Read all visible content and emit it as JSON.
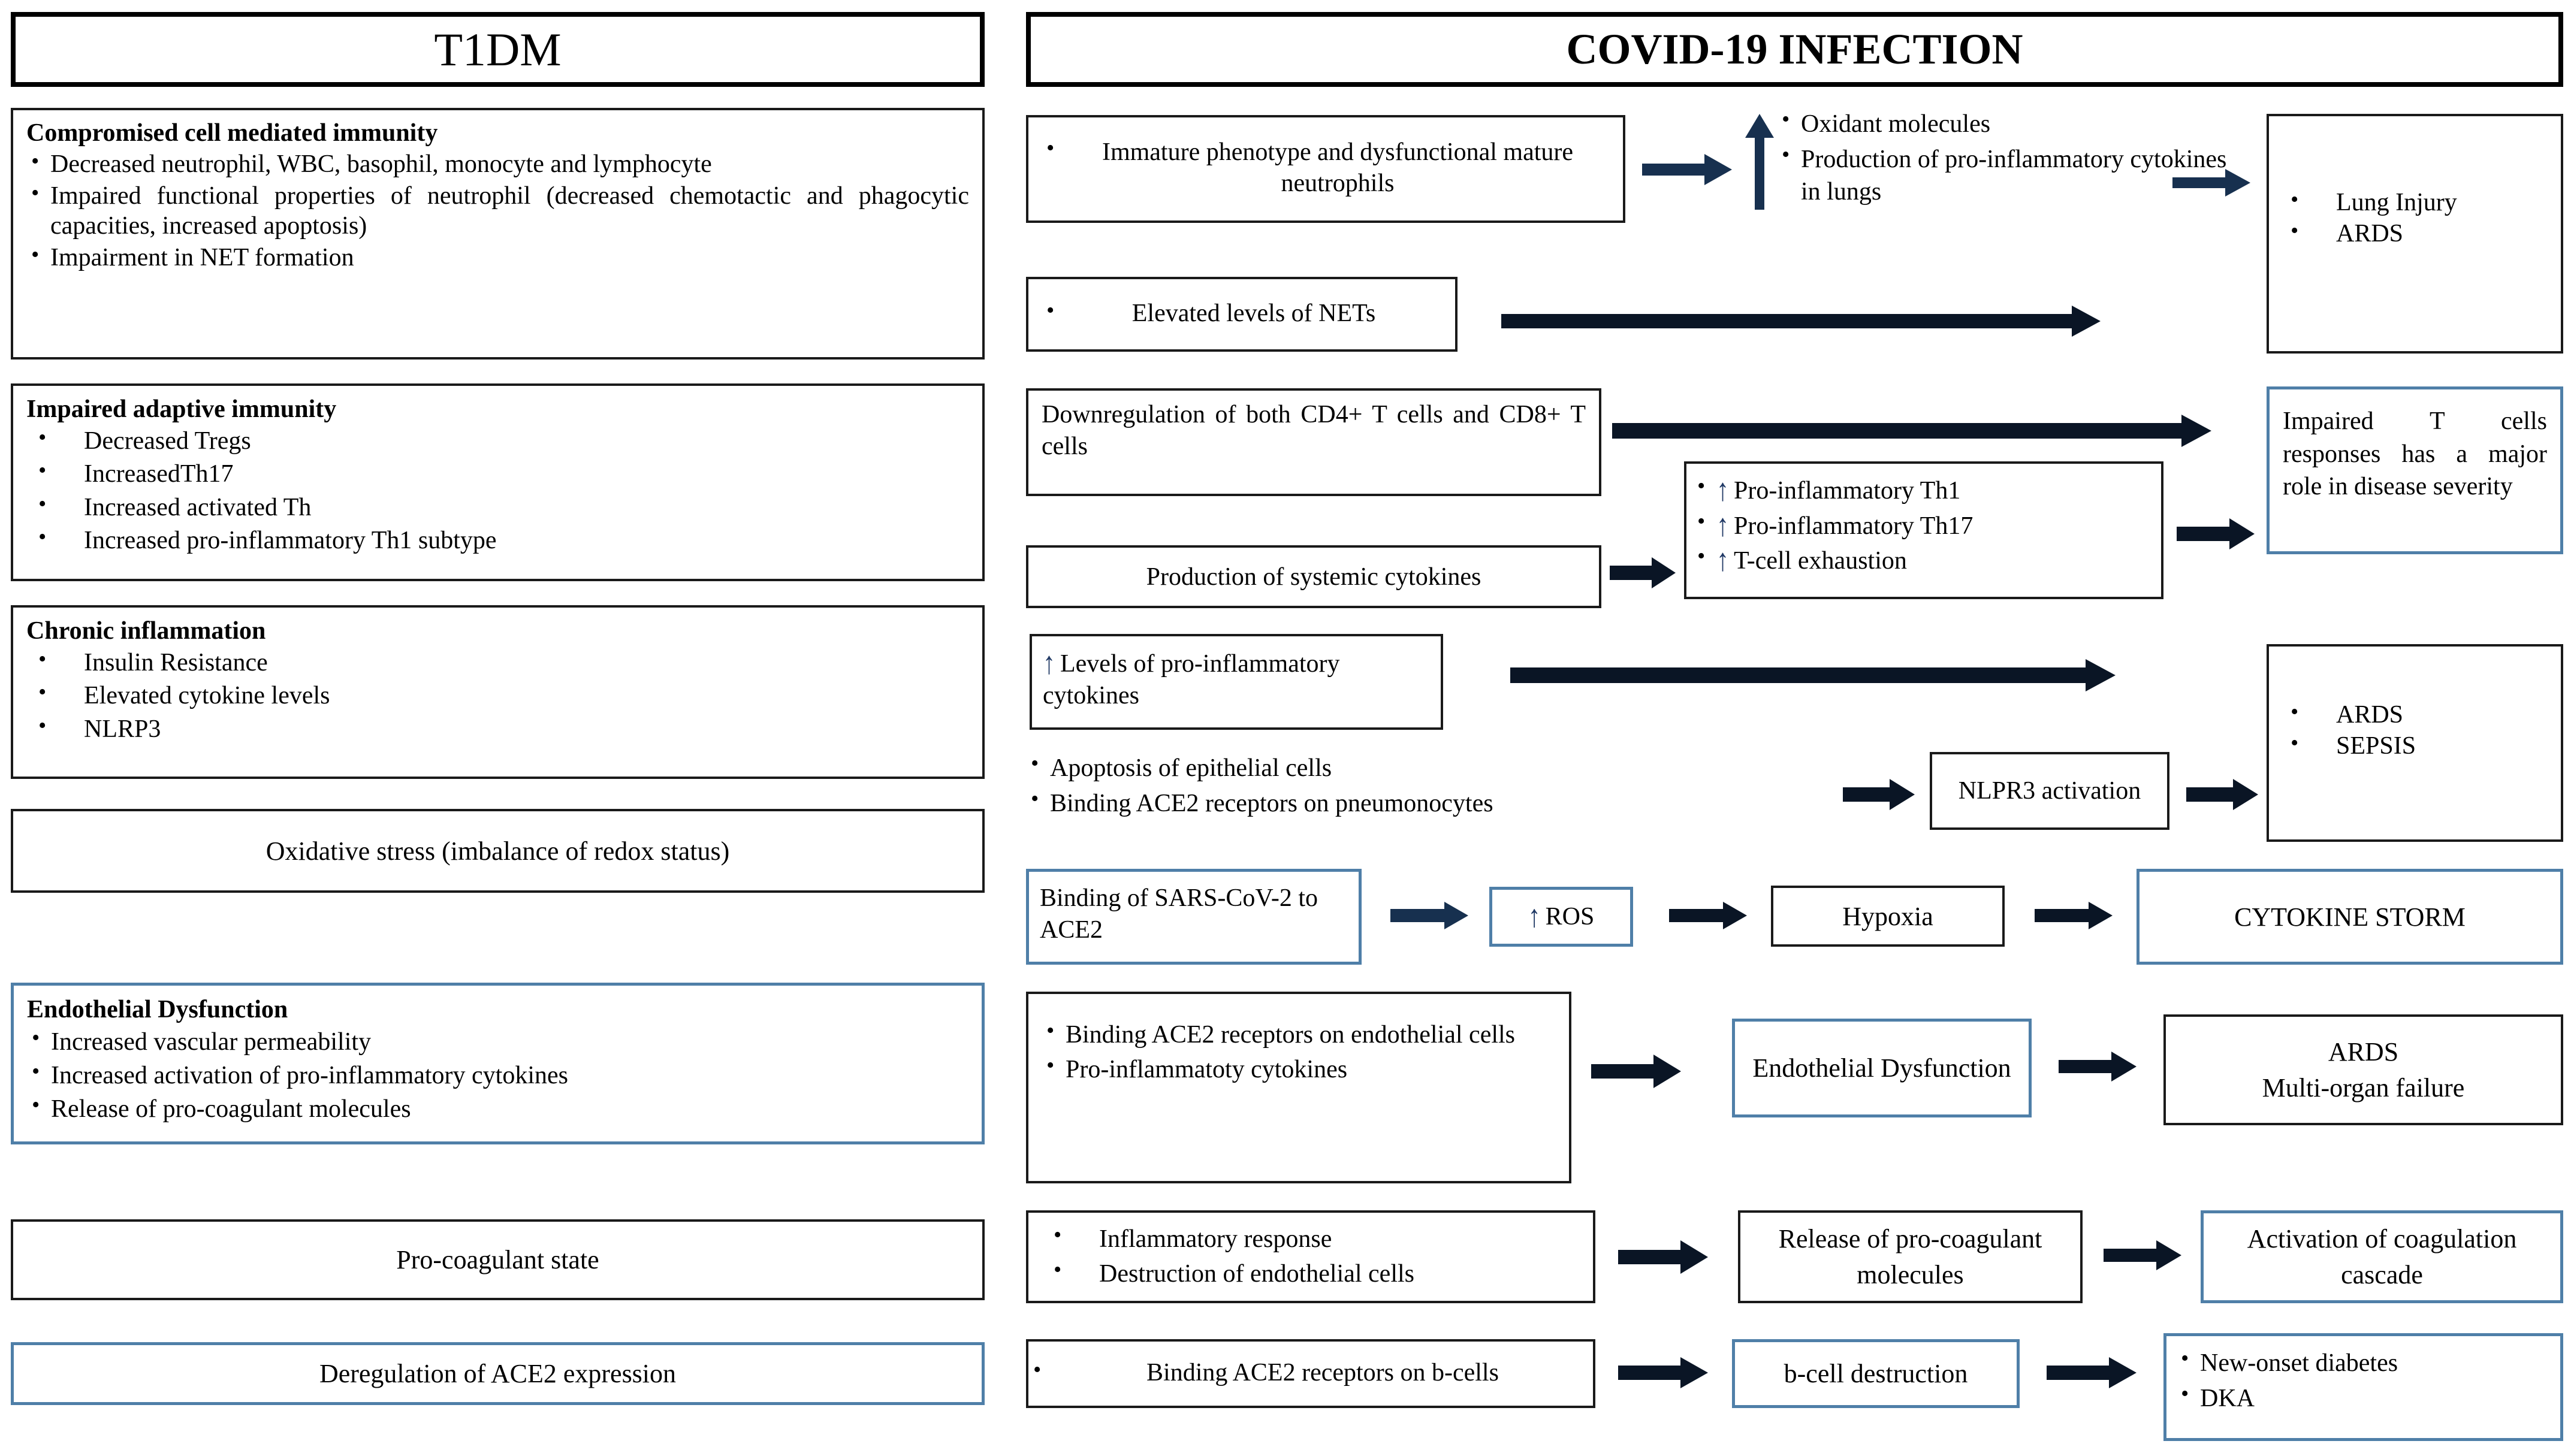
{
  "headers": {
    "left": "T1DM",
    "right": "COVID-19 INFECTION"
  },
  "icons": {
    "up_arrow": "up-arrow-icon",
    "right_arrow": "right-arrow-icon"
  },
  "colors": {
    "blue_border": "#4F7FA8",
    "black_border": "#1A1A1A",
    "arrow_navy": "#1F3864"
  },
  "left_column": [
    {
      "id": "compromised-cell-mediated-immunity",
      "border": "black",
      "heading": "Compromised cell mediated immunity",
      "items": [
        "Decreased neutrophil, WBC, basophil, monocyte and lymphocyte",
        "Impaired functional properties of  neutrophil (decreased chemotactic and phagocytic capacities, increased apoptosis)",
        "Impairment in NET formation"
      ]
    },
    {
      "id": "impaired-adaptive-immunity",
      "border": "black",
      "heading": "Impaired adaptive immunity",
      "items": [
        "Decreased Tregs",
        "IncreasedTh17",
        "Increased activated Th",
        "Increased pro-inflammatory Th1 subtype"
      ]
    },
    {
      "id": "chronic-inflammation",
      "border": "black",
      "heading": "Chronic inflammation",
      "items": [
        "Insulin Resistance",
        "Elevated cytokine levels",
        "NLRP3"
      ]
    },
    {
      "id": "oxidative-stress",
      "border": "black",
      "heading": "",
      "center_text": "Oxidative stress (imbalance of redox status)",
      "items": []
    },
    {
      "id": "endothelial-dysfunction",
      "border": "blue",
      "heading": "Endothelial Dysfunction",
      "items": [
        "Increased vascular permeability",
        "Increased activation of pro-inflammatory cytokines",
        "Release of pro-coagulant molecules"
      ]
    },
    {
      "id": "pro-coagulant-state",
      "border": "black",
      "heading": "",
      "center_text": "Pro-coagulant state",
      "items": []
    },
    {
      "id": "deregulation-of-ace2-expression",
      "border": "blue",
      "heading": "",
      "center_text": "Deregulation of ACE2 expression",
      "items": []
    }
  ],
  "right_column": {
    "row1": {
      "source": {
        "id": "immature-neutrophils",
        "border": "black",
        "items": [
          "Immature phenotype and dysfunctional mature neutrophils"
        ]
      },
      "nets": {
        "id": "elevated-nets",
        "border": "black",
        "items": [
          "Elevated levels of NETs"
        ]
      },
      "middle": {
        "id": "oxidant-production",
        "border": "none",
        "items": [
          "Oxidant molecules",
          "Production of pro-inflammatory cytokines  in lungs"
        ],
        "arrow_prefix": true
      },
      "outcome": {
        "id": "lung-injury-ards",
        "border": "black",
        "items": [
          "Lung Injury",
          "ARDS"
        ]
      }
    },
    "row2": {
      "source": {
        "id": "downregulation-cd4-cd8",
        "border": "black",
        "text": "Downregulation of both CD4+ T cells and CD8+ T cells"
      },
      "source2": {
        "id": "production-systemic-cytokines",
        "border": "black",
        "text": "Production of systemic cytokines"
      },
      "middle": {
        "id": "th1-th17-exhaustion",
        "border": "black",
        "items": [
          "Pro-inflammatory Th1",
          "Pro-inflammatory Th17",
          "T-cell exhaustion"
        ]
      },
      "outcome": {
        "id": "impaired-t-cells",
        "border": "blue",
        "text": "Impaired T cells responses has a major role in disease severity"
      }
    },
    "row3": {
      "source": {
        "id": "levels-pro-inflammatory-cytokines",
        "border": "black",
        "text": "Levels of pro-inflammatory cytokines",
        "arrow_prefix": true
      },
      "bullets": {
        "id": "apoptosis-binding-ace2",
        "border": "none",
        "items": [
          "Apoptosis of epithelial cells",
          "Binding ACE2 receptors on pneumonocytes"
        ]
      },
      "middle": {
        "id": "nlpr3-activation",
        "border": "black",
        "text": "NLPR3 activation"
      },
      "outcome": {
        "id": "ards-sepsis",
        "border": "black",
        "items": [
          "ARDS",
          "SEPSIS"
        ]
      }
    },
    "row4": {
      "source": {
        "id": "binding-sars-cov2-ace2",
        "border": "blue",
        "text": "Binding of  SARS-CoV-2 to ACE2"
      },
      "mid1": {
        "id": "ros",
        "border": "blue",
        "text": "ROS",
        "arrow_prefix": true
      },
      "mid2": {
        "id": "hypoxia",
        "border": "black",
        "text": "Hypoxia"
      },
      "outcome": {
        "id": "cytokine-storm",
        "border": "blue",
        "text": "CYTOKINE STORM"
      }
    },
    "row5": {
      "source": {
        "id": "binding-ace2-endothelial",
        "border": "black",
        "items": [
          "Binding ACE2 receptors on endothelial cells",
          "Pro-inflammatoty cytokines"
        ]
      },
      "middle": {
        "id": "endothelial-dysfunction-right",
        "border": "blue",
        "text": "Endothelial Dysfunction"
      },
      "outcome": {
        "id": "ards-multiorgan-failure",
        "border": "black",
        "line1": "ARDS",
        "line2": "Multi-organ failure"
      }
    },
    "row6": {
      "source": {
        "id": "inflammatory-response-destruction",
        "border": "black",
        "items": [
          "Inflammatory response",
          "Destruction of endothelial cells"
        ]
      },
      "middle": {
        "id": "release-procoagulant-molecules",
        "border": "black",
        "text": "Release of pro-coagulant molecules"
      },
      "outcome": {
        "id": "activation-coagulation-cascade",
        "border": "blue",
        "text": "Activation of coagulation cascade"
      }
    },
    "row7": {
      "source": {
        "id": "binding-ace2-bcells",
        "border": "black",
        "items": [
          "Binding ACE2 receptors on b-cells"
        ]
      },
      "middle": {
        "id": "bcell-destruction",
        "border": "blue",
        "text": "b-cell destruction"
      },
      "outcome": {
        "id": "new-onset-diabetes-dka",
        "border": "blue",
        "items": [
          "New-onset diabetes",
          "DKA"
        ]
      }
    }
  }
}
